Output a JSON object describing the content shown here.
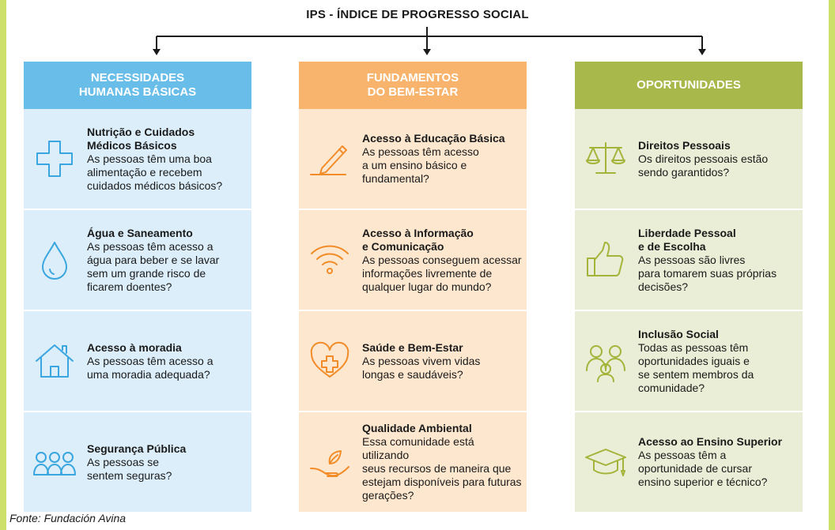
{
  "title": "IPS - ÍNDICE DE PROGRESSO SOCIAL",
  "source": "Fonte: Fundación Avina",
  "columns": [
    {
      "header": "NECESSIDADES\nHUMANAS BÁSICAS",
      "header_color": "#69bde9",
      "body_color": "#dbeefa",
      "icon_color": "#3aa6df",
      "items": [
        {
          "title": "Nutrição e Cuidados\nMédicos Básicos",
          "desc": "As pessoas têm uma boa\nalimentação e recebem\ncuidados médicos básicos?",
          "icon": "medical-cross-icon"
        },
        {
          "title": "Água e Saneamento",
          "desc": "As pessoas têm acesso a\nágua para beber e se lavar\nsem um grande risco de\nficarem doentes?",
          "icon": "water-drop-icon"
        },
        {
          "title": "Acesso à moradia",
          "desc": "As pessoas têm acesso a\numa moradia adequada?",
          "icon": "house-icon"
        },
        {
          "title": "Segurança Pública",
          "desc": "As pessoas se\nsentem seguras?",
          "icon": "people-group-icon"
        }
      ]
    },
    {
      "header": "FUNDAMENTOS\nDO BEM-ESTAR",
      "header_color": "#f8b36c",
      "body_color": "#fde7cf",
      "icon_color": "#f28c28",
      "items": [
        {
          "title": "Acesso à Educação Básica",
          "desc": "As pessoas têm acesso\na um ensino básico e\nfundamental?",
          "icon": "pencil-icon"
        },
        {
          "title": "Acesso à Informação\ne Comunicação",
          "desc": "As pessoas conseguem acessar\ninformações livremente de\nqualquer lugar do mundo?",
          "icon": "wifi-icon"
        },
        {
          "title": "Saúde e Bem-Estar",
          "desc": "As pessoas vivem vidas\nlongas e saudáveis?",
          "icon": "heart-cross-icon"
        },
        {
          "title": "Qualidade Ambiental",
          "desc": "Essa comunidade está utilizando\nseus recursos de maneira que\nestejam disponíveis para futuras\ngerações?",
          "icon": "hand-leaf-icon"
        }
      ]
    },
    {
      "header": "OPORTUNIDADES",
      "header_color": "#a9b84a",
      "body_color": "#ebeed6",
      "icon_color": "#a4b43a",
      "items": [
        {
          "title": "Direitos Pessoais",
          "desc": "Os direitos pessoais estão\nsendo garantidos?",
          "icon": "scales-icon"
        },
        {
          "title": "Liberdade Pessoal\ne de Escolha",
          "desc": "As pessoas são livres\npara tomarem suas próprias\ndecisões?",
          "icon": "thumbs-up-icon"
        },
        {
          "title": "Inclusão Social",
          "desc": "Todas as pessoas têm\noportunidades iguais e\nse sentem membros da\ncomunidade?",
          "icon": "inclusion-people-icon"
        },
        {
          "title": "Acesso ao Ensino Superior",
          "desc": "As pessoas têm a\noportunidade de cursar\nensino superior e técnico?",
          "icon": "graduation-cap-icon"
        }
      ]
    }
  ]
}
